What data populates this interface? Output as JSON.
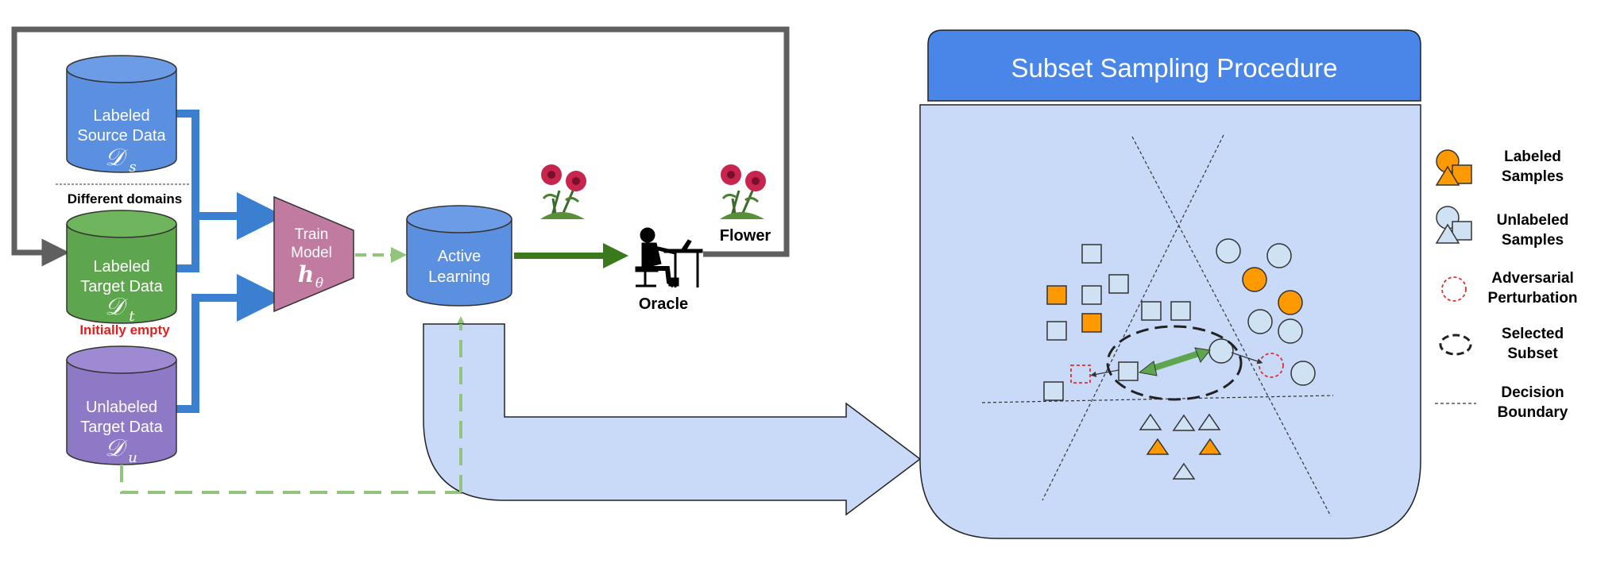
{
  "databases": {
    "source": {
      "line1": "Labeled",
      "line2": "Source Data",
      "symbol": "𝒟",
      "sub": "s",
      "color": "#5b8fe0"
    },
    "target": {
      "line1": "Labeled",
      "line2": "Target Data",
      "symbol": "𝒟",
      "sub": "t",
      "color": "#5ea64e"
    },
    "unlabeled": {
      "line1": "Unlabeled",
      "line2": "Target Data",
      "symbol": "𝒟",
      "sub": "u",
      "color": "#8d79c6"
    },
    "active": {
      "line1": "Active",
      "line2": "Learning",
      "color": "#5b8fe0"
    }
  },
  "notes": {
    "different_domains": "Different domains",
    "initially_empty": "Initially empty"
  },
  "model": {
    "line1": "Train",
    "line2": "Model",
    "symbol": "h",
    "sub": "θ"
  },
  "oracle_label": "Oracle",
  "flower_label": "Flower",
  "panel": {
    "title": "Subset Sampling Procedure"
  },
  "legend": [
    {
      "line1": "Labeled",
      "line2": "Samples",
      "icon": "labeled-samples-icon"
    },
    {
      "line1": "Unlabeled",
      "line2": "Samples",
      "icon": "unlabeled-samples-icon"
    },
    {
      "line1": "Adversarial",
      "line2": "Perturbation",
      "icon": "adversarial-perturbation-icon"
    },
    {
      "line1": "Selected",
      "line2": "Subset",
      "icon": "selected-subset-icon"
    },
    {
      "line1": "Decision",
      "line2": "Boundary",
      "icon": "decision-boundary-icon"
    }
  ],
  "colors": {
    "blue_arrow": "#3b7fd1",
    "gray_loop": "#5f5f5f",
    "green_arrow": "#3b7a1c",
    "dashed_green": "#93c47d",
    "panel_header": "#4a86e8",
    "panel_body": "#c9daf8",
    "labeled": "#ff9900",
    "unlabeled": "#cfe2f3",
    "adversarial": "#e03030",
    "model": "#c27ba0"
  }
}
